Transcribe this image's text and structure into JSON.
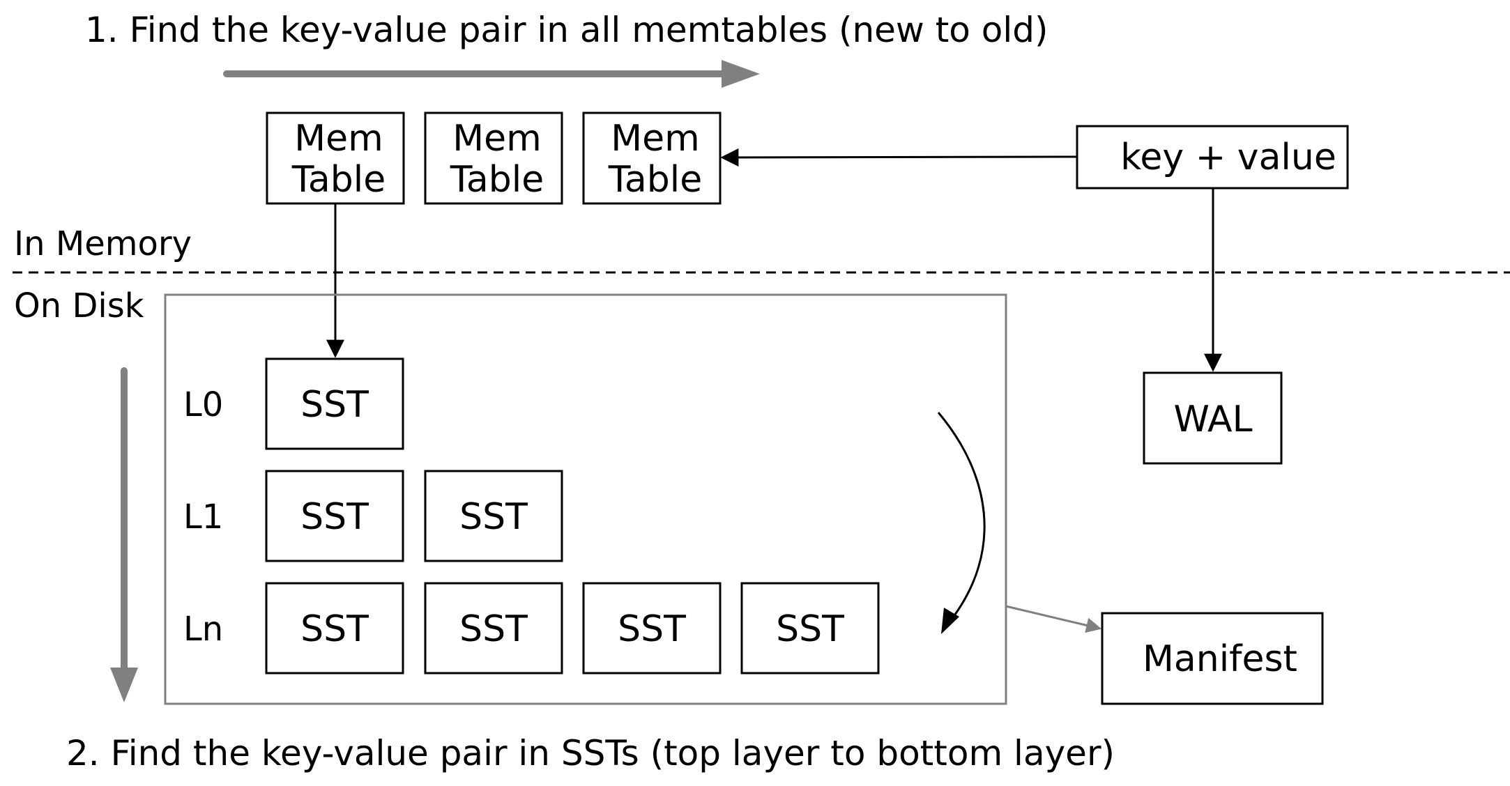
{
  "captions": {
    "step1": "1. Find the key-value pair in all memtables (new to old)",
    "step2": "2. Find the key-value pair in SSTs (top layer to bottom layer)"
  },
  "regions": {
    "in_memory": "In Memory",
    "on_disk": "On Disk"
  },
  "memtables": [
    {
      "line1": "Mem",
      "line2": "Table"
    },
    {
      "line1": "Mem",
      "line2": "Table"
    },
    {
      "line1": "Mem",
      "line2": "Table"
    }
  ],
  "key_value": "key + value",
  "wal": "WAL",
  "manifest": "Manifest",
  "levels": [
    {
      "label": "L0",
      "ssts": [
        "SST"
      ]
    },
    {
      "label": "L1",
      "ssts": [
        "SST",
        "SST"
      ]
    },
    {
      "label": "Ln",
      "ssts": [
        "SST",
        "SST",
        "SST",
        "SST"
      ]
    }
  ],
  "colors": {
    "line": "#000000",
    "gray_arrow": "#808080",
    "disk_border": "#808080"
  }
}
